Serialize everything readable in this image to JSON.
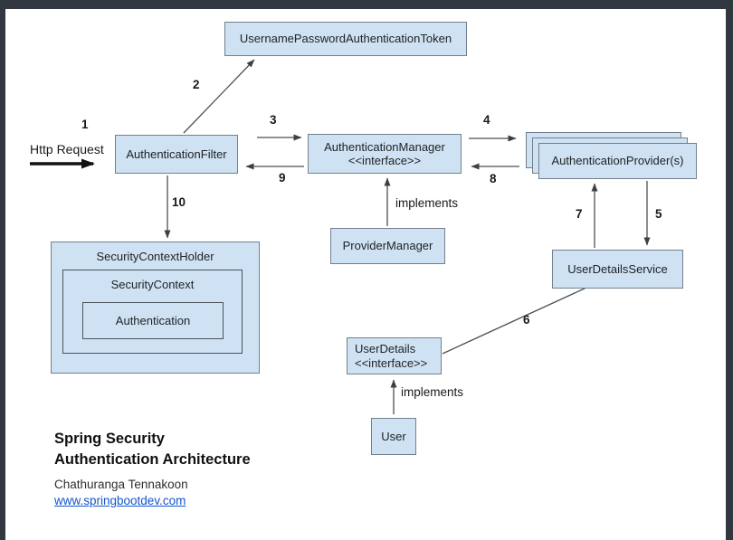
{
  "diagram": {
    "nodes": {
      "token": "UsernamePasswordAuthenticationToken",
      "filter": "AuthenticationFilter",
      "manager_line1": "AuthenticationManager",
      "manager_line2": "<<interface>>",
      "providers": "AuthenticationProvider(s)",
      "provider_manager": "ProviderManager",
      "user_details_service": "UserDetailsService",
      "security_context_holder": "SecurityContextHolder",
      "security_context": "SecurityContext",
      "authentication": "Authentication",
      "user_details_line1": "UserDetails",
      "user_details_line2": "<<interface>>",
      "user": "User"
    },
    "labels": {
      "http_request": "Http Request",
      "implements_manager": "implements",
      "implements_userdetails": "implements"
    },
    "steps": {
      "s1": "1",
      "s2": "2",
      "s3": "3",
      "s4": "4",
      "s5": "5",
      "s6": "6",
      "s7": "7",
      "s8": "8",
      "s9": "9",
      "s10": "10"
    },
    "footer": {
      "title_line1": "Spring Security",
      "title_line2": "Authentication Architecture",
      "author": "Chathuranga Tennakoon",
      "website": "www.springbootdev.com"
    },
    "colors": {
      "box_fill": "#cfe2f3",
      "box_border": "#72808c",
      "frame": "#31383f",
      "link": "#1155cc",
      "line": "#4a5158"
    }
  }
}
